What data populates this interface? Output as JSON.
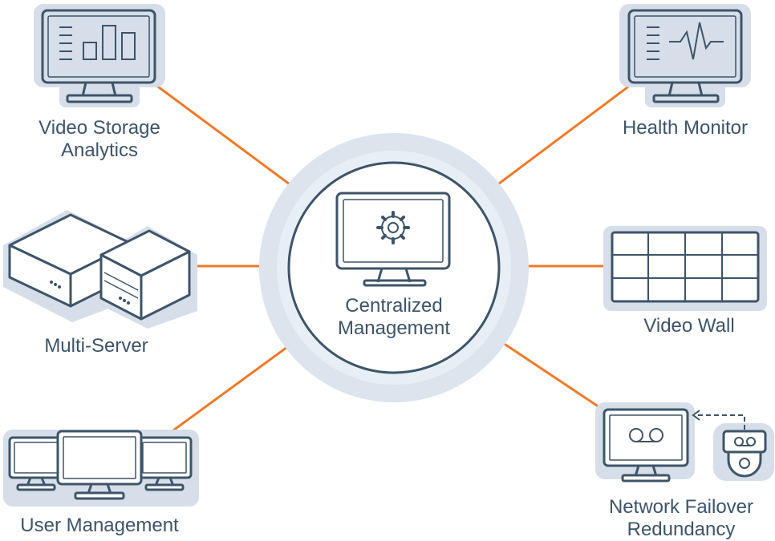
{
  "colors": {
    "stroke": "#3e5468",
    "shadow": "#d5dee9",
    "hub_halo": "#dce4ee",
    "connector": "#ee7a2a",
    "background": "#ffffff"
  },
  "hub": {
    "icon": "gear-monitor-icon",
    "label_line1": "Centralized",
    "label_line2": "Management"
  },
  "nodes": {
    "video_storage_analytics": {
      "icon": "bar-chart-monitor-icon",
      "label_line1": "Video Storage",
      "label_line2": "Analytics"
    },
    "health_monitor": {
      "icon": "heartbeat-monitor-icon",
      "label_line1": "Health Monitor"
    },
    "multi_server": {
      "icon": "server-boxes-icon",
      "label_line1": "Multi-Server"
    },
    "video_wall": {
      "icon": "video-wall-grid-icon",
      "label_line1": "Video Wall"
    },
    "user_management": {
      "icon": "three-monitors-icon",
      "label_line1": "User Management"
    },
    "network_failover": {
      "icon": "recorder-camera-failover-icon",
      "label_line1": "Network Failover",
      "label_line2": "Redundancy"
    }
  }
}
